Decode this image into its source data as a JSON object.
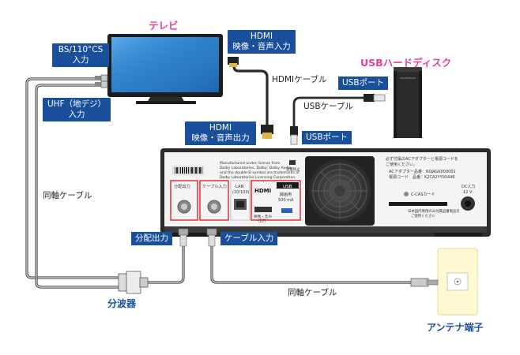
{
  "labels": {
    "tv": "テレビ",
    "usb_hdd": "USBハードディスク",
    "splitter": "分波器",
    "antenna_outlet": "アンテナ端子",
    "bs_cs_input_line1": "BS/110°CS",
    "bs_cs_input_line2": "入力",
    "uhf_input_line1": "UHF（地デジ）",
    "uhf_input_line2": "入力",
    "hdmi_in_line1": "HDMI",
    "hdmi_in_line2": "映像・音声入力",
    "hdmi_out_line1": "HDMI",
    "hdmi_out_line2": "映像・音声出力",
    "usb_port_hdd": "USBポート",
    "usb_port_recorder": "USBポート",
    "split_output": "分配出力",
    "cable_input": "ケーブル入力",
    "hdmi_cable": "HDMIケーブル",
    "usb_cable": "USBケーブル",
    "coax_left": "同軸ケーブル",
    "coax_bottom": "同軸ケーブル"
  },
  "device_panel": {
    "port_split": "分配出力",
    "port_cable": "ケーブル入力",
    "port_lan": "LAN",
    "port_lan_sub": "(10/100)",
    "port_hdmi": "HDMI",
    "port_hdmi_sub1": "映像・音声",
    "port_hdmi_sub2": "出力",
    "port_usb": "USB",
    "port_usb_sub1": "録画用",
    "port_usb_sub2": "500 mA",
    "license_text_1": "Manufactured under license from",
    "license_text_2": "Dolby Laboratories. Dolby, Dolby Audio,",
    "license_text_3": "and the double-D symbol are trademarks of",
    "license_text_4": "Dolby Laboratories Licensing Corporation.",
    "notice_1": "必ず付属のACアダプターと電源コードを",
    "notice_2": "ご使用ください。",
    "adapter_line": "ACアダプター品番：N0JAGK000001",
    "cord_line": "電源コード　品番：K2CA2YY00446",
    "dc_in": "DC入力",
    "dc_volt": "12 V",
    "ccas": "C-CASカード",
    "ccas_note_1": "日本国内専用のみ付属品番製品を",
    "ccas_note_2": "ご使用ください",
    "service_label": "過電防止"
  },
  "colors": {
    "tag_bg": "#1a4f9c",
    "pink": "#e8409a",
    "highlight_red": "#e0242c"
  }
}
